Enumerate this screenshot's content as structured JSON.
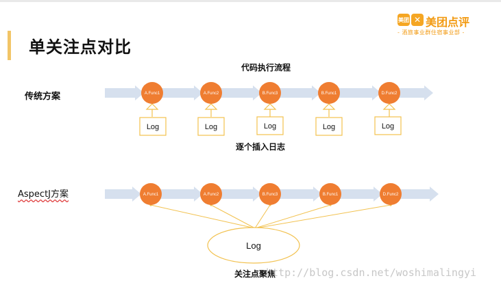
{
  "slide": {
    "title": "单关注点对比",
    "logo_mark": "美团",
    "logo_text": "美团点评",
    "logo_subtitle": "- 酒旅事业群住宿事业部 -"
  },
  "top": {
    "caption": "代码执行流程",
    "row_label": "传统方案",
    "functions": [
      "A.Func1",
      "A.Func2",
      "B.Func3",
      "B.Func1",
      "D.Func2"
    ],
    "log_label": "Log",
    "bottom_caption": "逐个插入日志"
  },
  "bottom": {
    "row_label": "AspectJ方案",
    "functions": [
      "A.Func1",
      "A.Func2",
      "B.Func3",
      "B.Func1",
      "D.Func2"
    ],
    "log_label": "Log",
    "caption": "关注点聚焦"
  },
  "watermark": "http://blog.csdn.net/woshimalingyi",
  "colors": {
    "node_fill": "#ef7d31",
    "arrow_fill": "#d6e0ee",
    "connector": "#f2c14e",
    "accent": "#f2c567",
    "brand": "#f29a12"
  }
}
